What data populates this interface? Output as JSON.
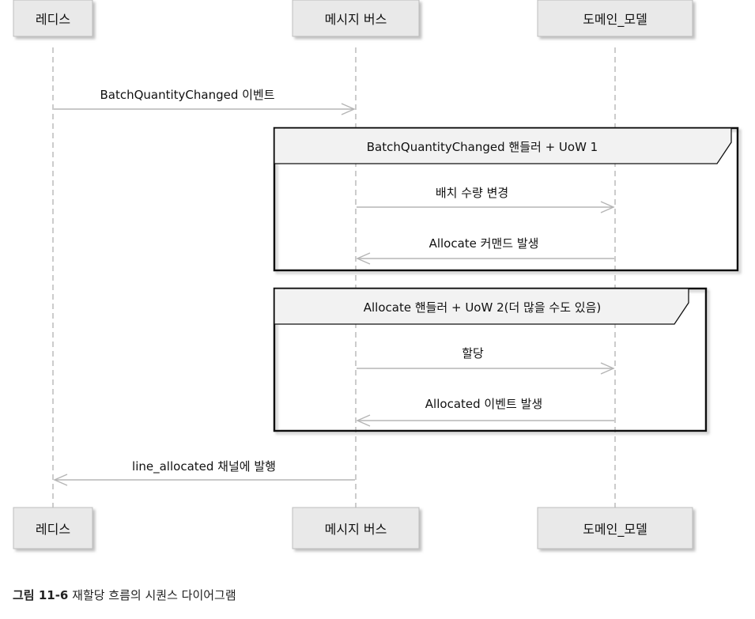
{
  "participants": [
    {
      "id": "redis",
      "label": "레디스"
    },
    {
      "id": "bus",
      "label": "메시지 버스"
    },
    {
      "id": "model",
      "label": "도메인_모델"
    }
  ],
  "messages": [
    {
      "from": "redis",
      "to": "bus",
      "label": "BatchQuantityChanged 이벤트"
    },
    {
      "from": "bus",
      "to": "model",
      "label": "배치 수량 변경"
    },
    {
      "from": "model",
      "to": "bus",
      "label": "Allocate 커맨드 발생"
    },
    {
      "from": "bus",
      "to": "model",
      "label": "할당"
    },
    {
      "from": "model",
      "to": "bus",
      "label": "Allocated 이벤트 발생"
    },
    {
      "from": "bus",
      "to": "redis",
      "label": "line_allocated 채널에 발행"
    }
  ],
  "groups": [
    {
      "label": "BatchQuantityChanged 핸들러 + UoW 1"
    },
    {
      "label": "Allocate 핸들러 + UoW 2(더 많을 수도 있음)"
    }
  ],
  "caption": {
    "number": "그림 11-6",
    "text": "재할당 흐름의 시퀀스 다이어그램"
  }
}
